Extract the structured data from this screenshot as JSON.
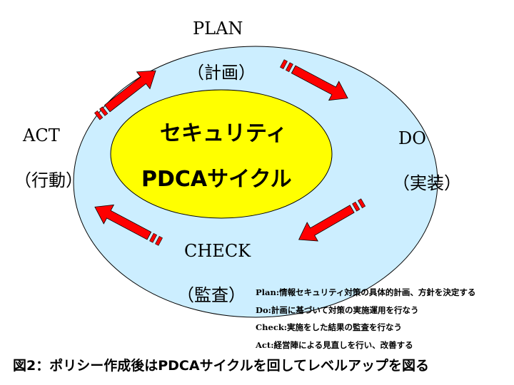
{
  "phases": {
    "plan": {
      "en": "PLAN",
      "jp": "（計画）"
    },
    "do": {
      "en": "DO",
      "jp": "（実装）"
    },
    "check": {
      "en": "CHECK",
      "jp": "（監査）"
    },
    "act": {
      "en": "ACT",
      "jp": "（行動）"
    }
  },
  "center": {
    "line1": "セキュリティ",
    "line2": "PDCAサイクル"
  },
  "notes": [
    "Plan:情報セキュリティ対策の具体的計画、方針を決定する",
    "Do:計画に基づいて対策の実施運用を行なう",
    "Check:実施をした結果の監査を行なう",
    "Act:経営陣による見直しを行い、改善する"
  ],
  "caption": "図2：ポリシー作成後はPDCAサイクルを回してレベルアップを図る",
  "colors": {
    "outer_fill": "#cceeff",
    "inner_fill": "#ffff00",
    "arrow": "#ff0000",
    "stroke": "#000000"
  }
}
